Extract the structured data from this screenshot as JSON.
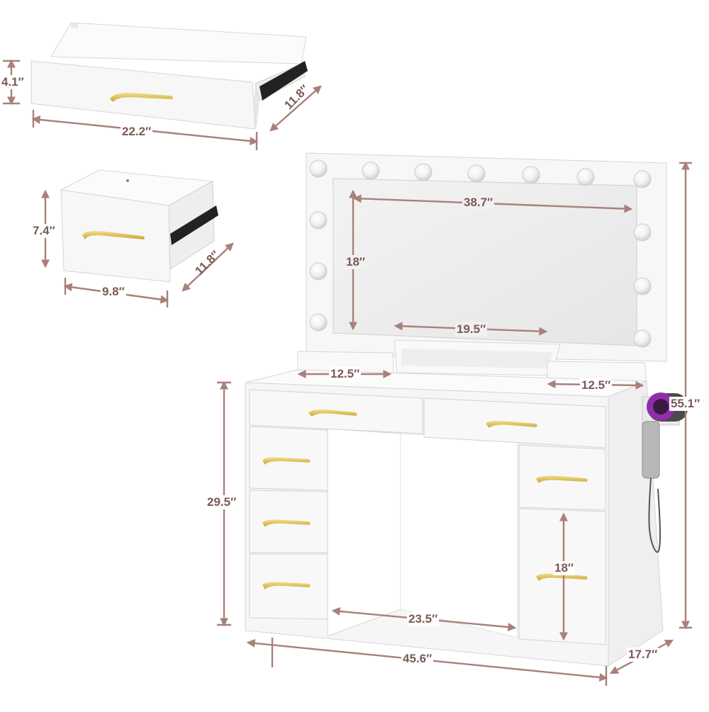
{
  "colors": {
    "dimension": "#a9807a",
    "dimension_text": "#7a5a55",
    "furniture": "#f6f6f6",
    "furniture_edge": "#d4d4d4",
    "mirror": "#ececec",
    "handle": "#d9b94a",
    "dryer": "#8e2fa8"
  },
  "dimensions": {
    "large_drawer_height": "4.1″",
    "large_drawer_width": "22.2″",
    "large_drawer_depth": "11.8″",
    "small_drawer_height": "7.4″",
    "small_drawer_width": "9.8″",
    "small_drawer_depth": "11.8″",
    "mirror_width": "38.7″",
    "mirror_height": "18″",
    "center_shelf_width": "19.5″",
    "left_shelf_width": "12.5″",
    "right_shelf_width": "12.5″",
    "total_height": "55.1″",
    "desk_height": "29.5″",
    "knee_space_width": "23.5″",
    "bottom_drawer_height": "18″",
    "total_width": "45.6″",
    "total_depth": "17.7″"
  }
}
